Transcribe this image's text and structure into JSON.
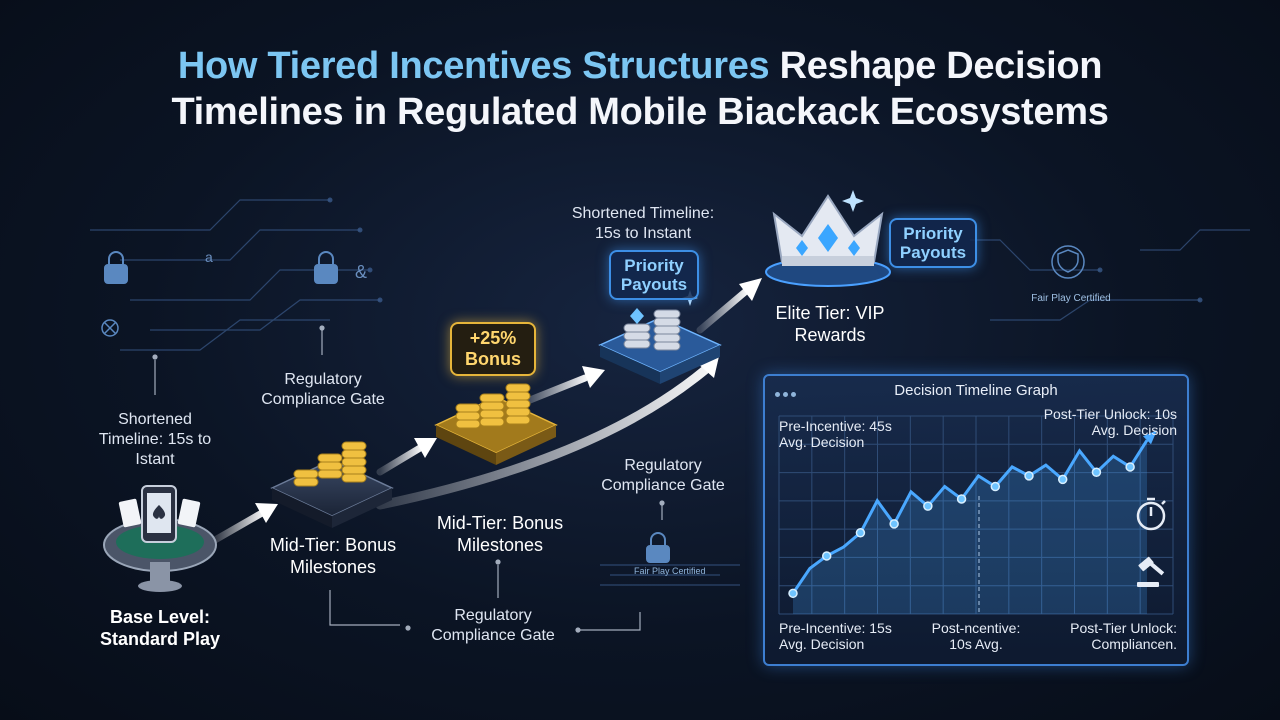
{
  "title": {
    "accent": "How Tiered Incentives Structures",
    "rest_line1": "Reshape Decision",
    "line2": "Timelines in Regulated Mobile Biackack Ecosystems"
  },
  "labels": {
    "shortened_left": "Shortened Timeline: 15s to Istant",
    "base_level": "Base Level: Standard Play",
    "reg_gate_top_left": "Regulatory Compliance Gate",
    "mid_tier_left": "Mid-Tier: Bonus Milestones",
    "mid_tier_center": "Mid-Tier: Bonus Milestones",
    "reg_gate_bottom": "Regulatory Compliance Gate",
    "reg_gate_center": "Regulatory Compliance Gate",
    "shortened_top": "Shortened Timeline: 15s to Instant",
    "elite_tier": "Elite Tier: VIP Rewards",
    "fair_play": "Fair Play Certified",
    "fair_play_small": "Fair Play Certified"
  },
  "badges": {
    "bonus": "+25% Bonus",
    "priority_mid": "Priority Payouts",
    "priority_elite": "Priority Payouts"
  },
  "chart_data": {
    "type": "line",
    "title": "Decision Timeline Graph",
    "annotations": {
      "top_left": "Pre-Incentive: 45s Avg. Decision",
      "top_right": "Post-Tier Unlock: 10s Avg. Decision",
      "bottom_left": "Pre-Incentive: 15s Avg. Decision",
      "bottom_center": "Post-ncentive: 10s Avg.",
      "bottom_right": "Post-Tier Unlock: Compliancen."
    },
    "series": [
      {
        "values": [
          0.06,
          0.2,
          0.27,
          0.32,
          0.4,
          0.58,
          0.45,
          0.63,
          0.55,
          0.66,
          0.59,
          0.72,
          0.66,
          0.77,
          0.72,
          0.78,
          0.7,
          0.86,
          0.74,
          0.83,
          0.77,
          0.92
        ]
      }
    ],
    "ylim": [
      0,
      1
    ],
    "grid": true
  },
  "colors": {
    "accent": "#7cc6f2",
    "line": "#4aa8ff",
    "gold": "#e6b53a"
  }
}
